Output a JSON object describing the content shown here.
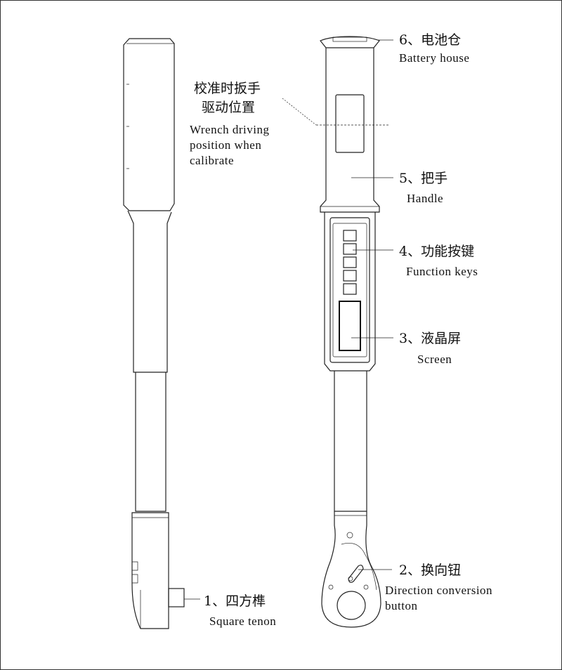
{
  "labels": {
    "battery": {
      "cn": "6、电池仓",
      "en": "Battery house"
    },
    "calibrate": {
      "cn_line1": "校准时扳手",
      "cn_line2": "驱动位置",
      "en_line1": "Wrench driving",
      "en_line2": "position when",
      "en_line3": "calibrate"
    },
    "handle": {
      "cn": "5、把手",
      "en": "Handle"
    },
    "function_keys": {
      "cn": "4、功能按键",
      "en": "Function keys"
    },
    "screen": {
      "cn": "3、液晶屏",
      "en": "Screen"
    },
    "direction": {
      "cn": "2、换向钮",
      "en_line1": "Direction conversion",
      "en_line2": "button"
    },
    "square_tenon": {
      "cn": "1、四方榫",
      "en": "Square tenon"
    }
  }
}
